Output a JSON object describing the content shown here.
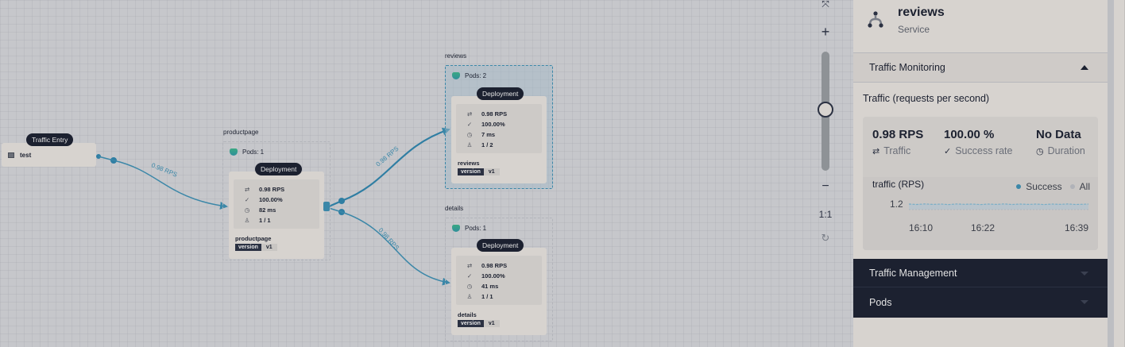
{
  "canvas": {
    "traffic_entry": {
      "badge": "Traffic Entry",
      "name": "test"
    },
    "edges": [
      {
        "from": "test",
        "to": "productpage",
        "label": "0.98 RPS"
      },
      {
        "from": "productpage",
        "to": "reviews",
        "label": "0.98 RPS"
      },
      {
        "from": "productpage",
        "to": "details",
        "label": "0.98 RPS"
      }
    ],
    "services": [
      {
        "title": "productpage",
        "pods": "Pods: 1",
        "badge": "Deployment",
        "rps": "0.98 RPS",
        "success": "100.00%",
        "latency": "82 ms",
        "replicas": "1 / 1",
        "workload": "productpage",
        "tag_key": "version",
        "tag_val": "v1"
      },
      {
        "title": "reviews",
        "pods": "Pods: 2",
        "badge": "Deployment",
        "rps": "0.98 RPS",
        "success": "100.00%",
        "latency": "7 ms",
        "replicas": "1 / 2",
        "workload": "reviews",
        "tag_key": "version",
        "tag_val": "v1"
      },
      {
        "title": "details",
        "pods": "Pods: 1",
        "badge": "Deployment",
        "rps": "0.98 RPS",
        "success": "100.00%",
        "latency": "41 ms",
        "replicas": "1 / 1",
        "workload": "details",
        "tag_key": "version",
        "tag_val": "v1"
      }
    ]
  },
  "zoom_controls": {
    "fit": "⤧",
    "plus": "+",
    "minus": "−",
    "reset_scale": "1:1",
    "refresh": "↻"
  },
  "panel": {
    "service_name": "reviews",
    "service_type": "Service",
    "traffic_monitoring": {
      "title": "Traffic Monitoring",
      "subtitle": "Traffic (requests per second)",
      "stats": [
        {
          "value": "0.98 RPS",
          "label": "Traffic",
          "icon": "⇄"
        },
        {
          "value": "100.00 %",
          "label": "Success rate",
          "icon": "✓"
        },
        {
          "value": "No Data",
          "label": "Duration",
          "icon": "◷"
        }
      ],
      "chart": {
        "title": "traffic (RPS)",
        "legend": [
          {
            "name": "Success",
            "color": "#3b87a8"
          },
          {
            "name": "All",
            "color": "#b0b2b8"
          }
        ],
        "y_tick": "1.2",
        "x_ticks": [
          "16:10",
          "16:22",
          "16:39"
        ]
      }
    },
    "sections": [
      {
        "title": "Traffic Management"
      },
      {
        "title": "Pods"
      }
    ]
  },
  "colors": {
    "accent": "#3b87a8",
    "dark": "#1c2130",
    "panel_bg": "#d7d3cf"
  }
}
